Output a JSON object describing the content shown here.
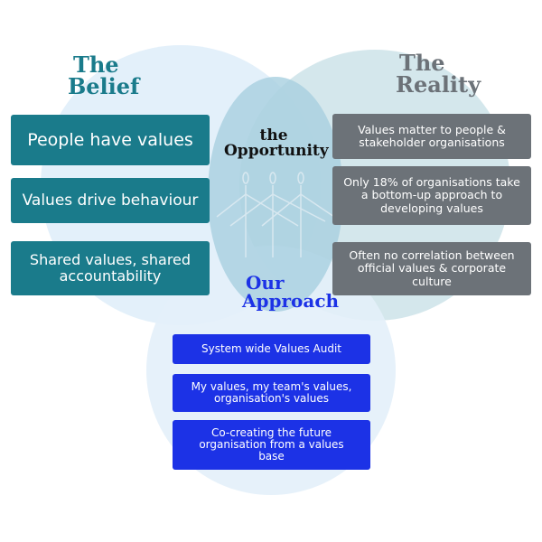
{
  "belief": {
    "title_1": "The",
    "title_2": "Belief",
    "items": [
      "People have values",
      "Values drive behaviour",
      "Shared values, shared accountability"
    ]
  },
  "reality": {
    "title_1": "The",
    "title_2": "Reality",
    "items": [
      "Values matter to people & stakeholder organisations",
      "Only 18% of organisations take a bottom-up approach to developing values",
      "Often no correlation between official values & corporate culture"
    ]
  },
  "opportunity": {
    "title_1": "the",
    "title_2": "Opportunity"
  },
  "approach": {
    "title_1": "Our",
    "title_2": "Approach",
    "items": [
      "System wide Values Audit",
      "My values, my team's values, organisation's values",
      "Co-creating the future organisation from a values base"
    ]
  },
  "colors": {
    "belief": "#1a7b8b",
    "reality": "#6c7278",
    "approach": "#1c32e6"
  }
}
